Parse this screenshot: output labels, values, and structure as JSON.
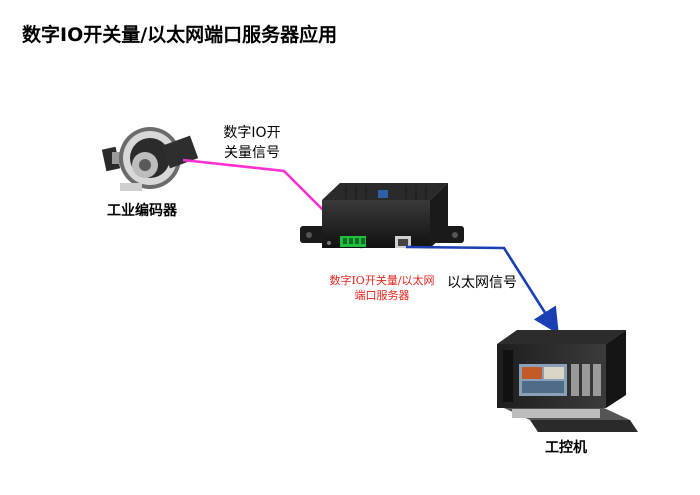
{
  "title": "数字IO开关量/以太网端口服务器应用",
  "labels": {
    "encoder": "工业编码器",
    "digital_io_line1": "数字IO开",
    "digital_io_line2": "关量信号",
    "ethernet_signal": "以太网信号",
    "server_line1": "数字IO开关量/以太网",
    "server_line2": "端口服务器",
    "ipc": "工控机"
  },
  "colors": {
    "digital_line": "#ff2fd1",
    "ethernet_line": "#1a3fb5",
    "server_label": "#e8251c"
  }
}
